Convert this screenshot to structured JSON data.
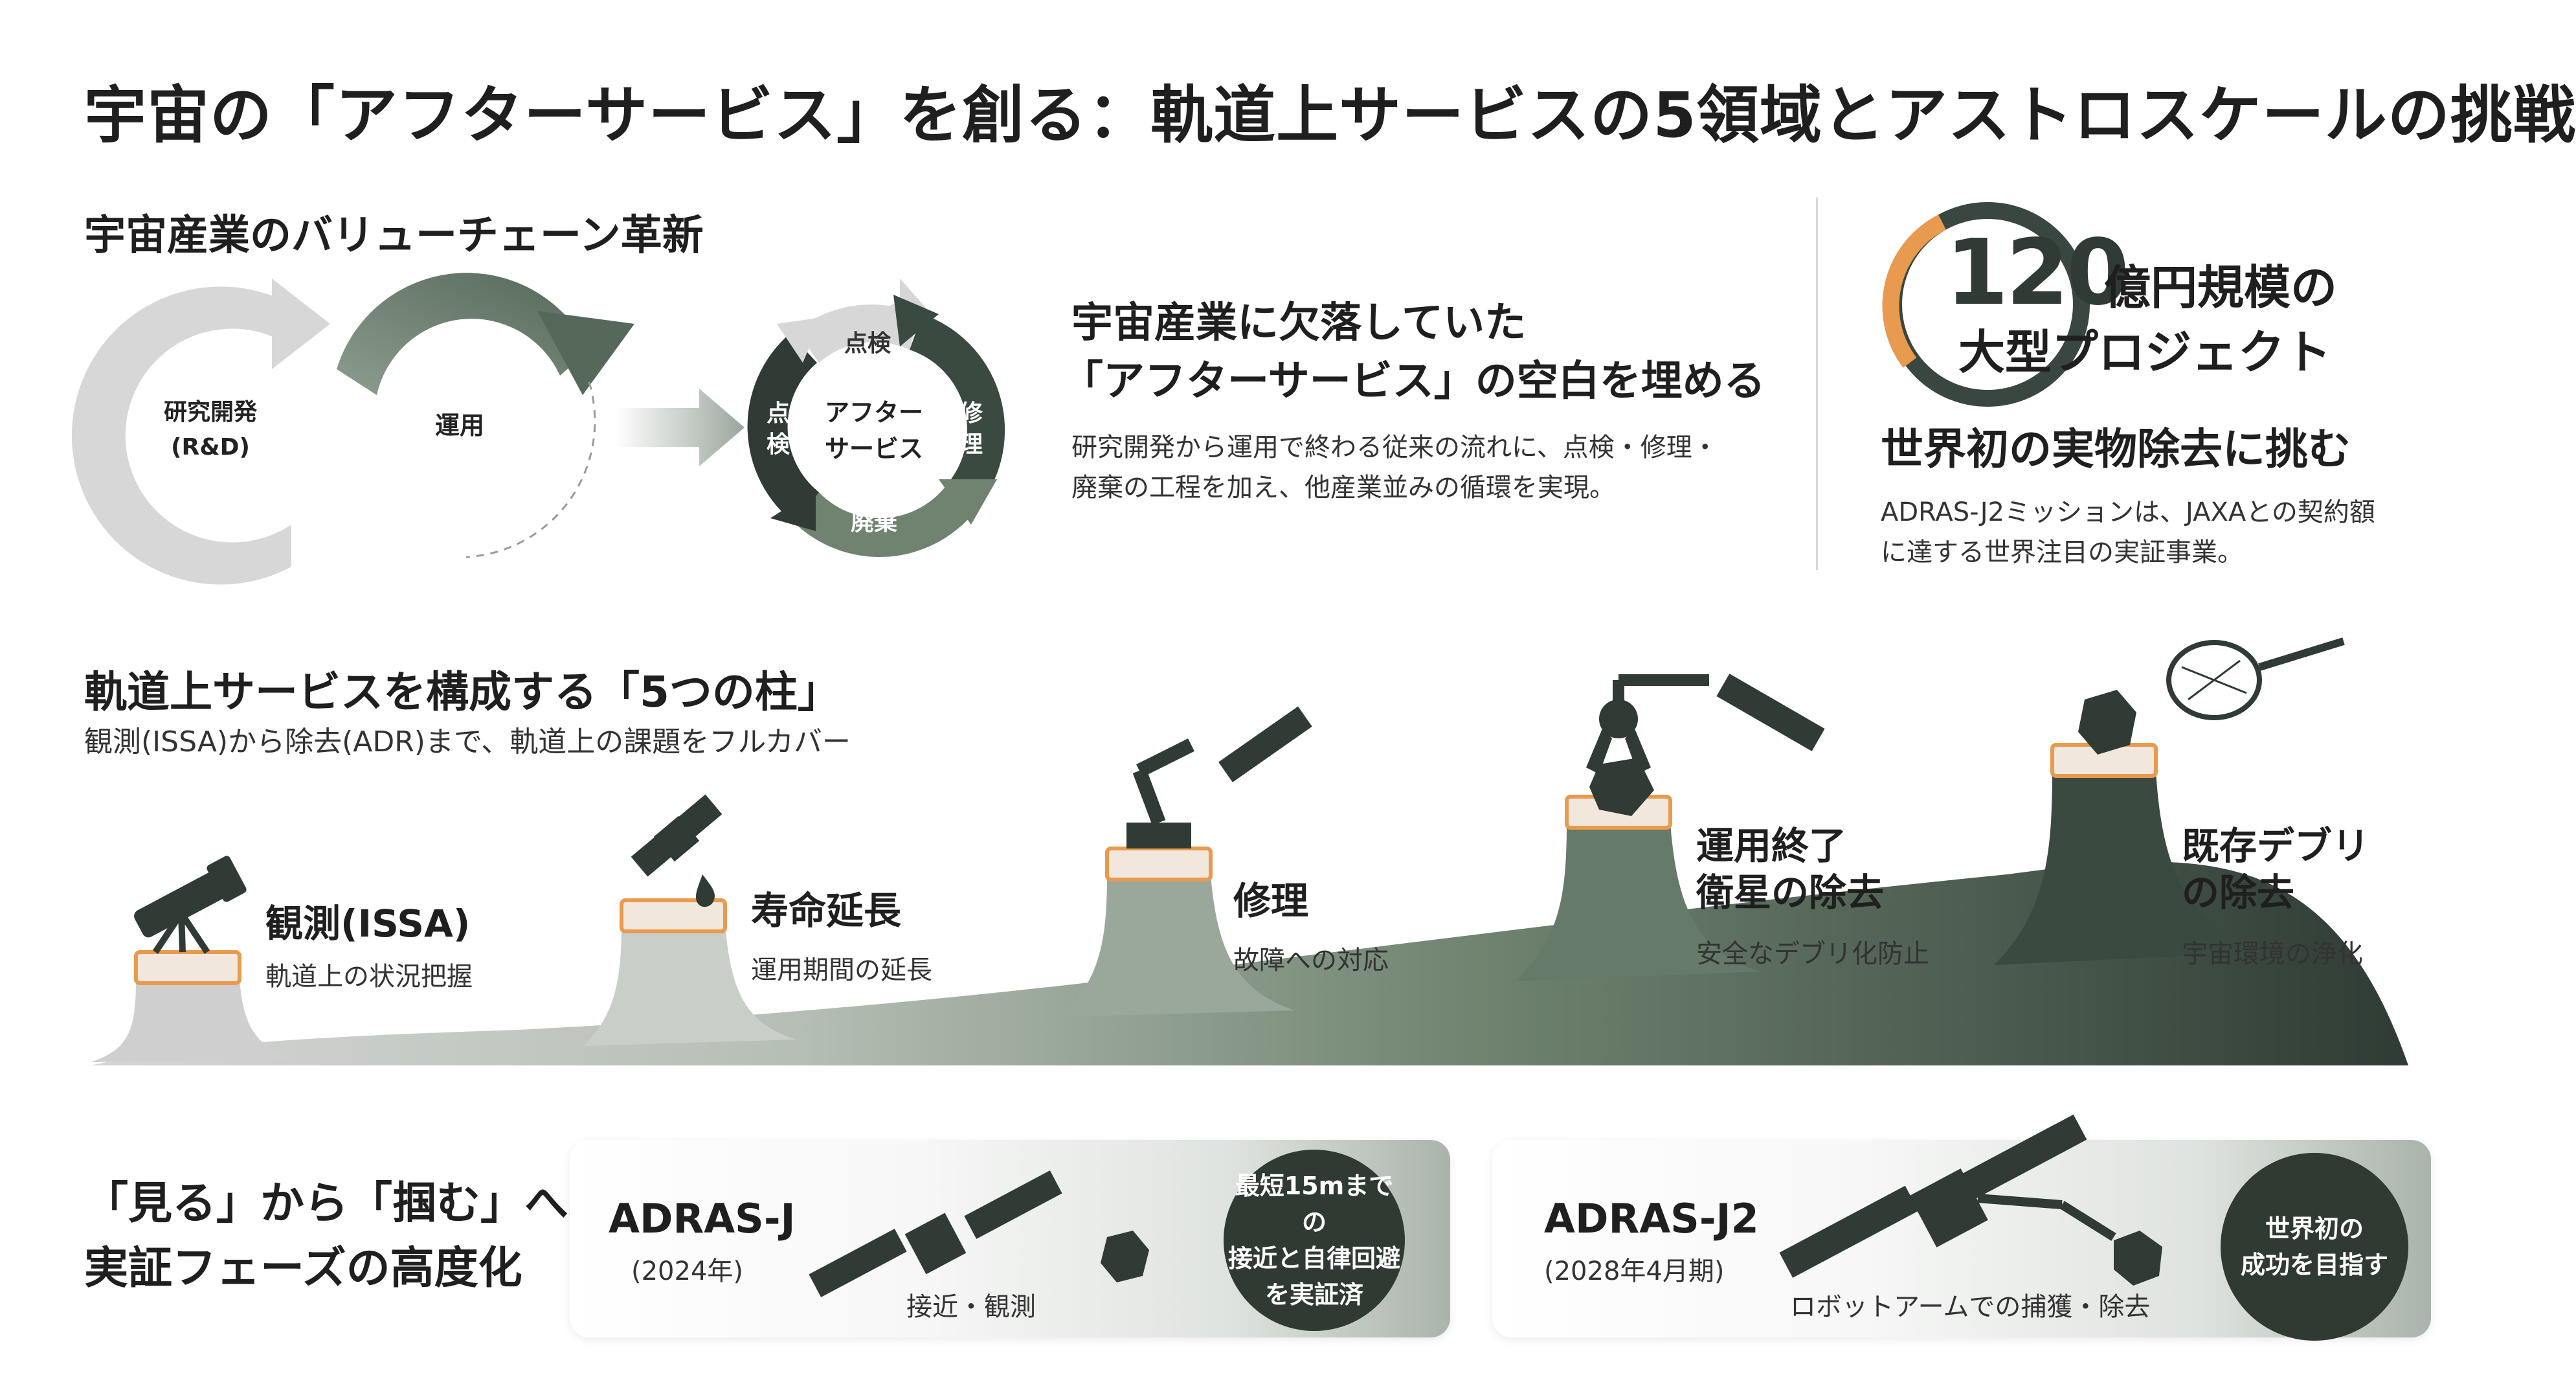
{
  "title": "宇宙の「アフターサービス」を創る：軌道上サービスの5領域とアストロスケールの挑戦",
  "value_chain": {
    "heading": "宇宙産業のバリューチェーン革新",
    "rd_label_1": "研究開発",
    "rd_label_2": "(R&D)",
    "ops_label": "運用",
    "cycle_center_1": "アフター",
    "cycle_center_2": "サービス",
    "cycle_top": "点検",
    "cycle_left_1": "点",
    "cycle_left_2": "検",
    "cycle_right_1": "修",
    "cycle_right_2": "理",
    "cycle_bottom": "廃棄",
    "headline_1": "宇宙産業に欠落していた",
    "headline_2": "「アフターサービス」の空白を埋める",
    "desc_1": "研究開発から運用で終わる従来の流れに、点検・修理・",
    "desc_2": "廃棄の工程を加え、他産業並みの循環を実現。"
  },
  "project": {
    "number": "120",
    "line_1": "億円規模の",
    "line_2": "大型プロジェクト",
    "headline": "世界初の実物除去に挑む",
    "desc_1": "ADRAS-J2ミッションは、JAXAとの契約額",
    "desc_2": "に達する世界注目の実証事業。"
  },
  "pillars": {
    "heading": "軌道上サービスを構成する「5つの柱」",
    "subheading": "観測(ISSA)から除去(ADR)まで、軌道上の課題をフルカバー",
    "items": [
      {
        "title_1": "観測(ISSA)",
        "title_2": "",
        "sub": "軌道上の状況把握"
      },
      {
        "title_1": "寿命延長",
        "title_2": "",
        "sub": "運用期間の延長"
      },
      {
        "title_1": "修理",
        "title_2": "",
        "sub": "故障への対応"
      },
      {
        "title_1": "運用終了",
        "title_2": "衛星の除去",
        "sub": "安全なデブリ化防止"
      },
      {
        "title_1": "既存デブリ",
        "title_2": "の除去",
        "sub": "宇宙環境の浄化"
      }
    ]
  },
  "demo": {
    "heading_1": "「見る」から「掴む」へ。",
    "heading_2": "実証フェーズの高度化",
    "cards": [
      {
        "name": "ADRAS-J",
        "date": "(2024年)",
        "caption": "接近・観測",
        "badge_1": "最短15mまでの",
        "badge_2": "接近と自律回避",
        "badge_3": "を実証済"
      },
      {
        "name": "ADRAS-J2",
        "date": "(2028年4月期)",
        "caption": "ロボットアームでの捕獲・除去",
        "badge_1": "世界初の",
        "badge_2": "成功を目指す",
        "badge_3": ""
      }
    ]
  },
  "colors": {
    "dark_green": "#2f3b34",
    "mid_green": "#6f8370",
    "light_gray": "#d9d9d9",
    "accent_orange": "#e89a4e"
  }
}
